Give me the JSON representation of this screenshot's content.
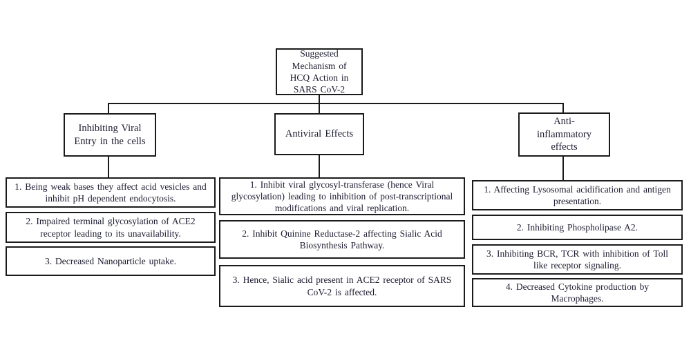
{
  "diagram": {
    "root": {
      "label": "Suggested Mechanism of HCQ Action in SARS CoV-2"
    },
    "branches": [
      {
        "header": "Inhibiting Viral Entry in the cells",
        "items": [
          "1. Being weak bases they affect acid vesicles and inhibit pH dependent endocytosis.",
          "2. Impaired terminal glycosylation of ACE2 receptor leading to its unavailability.",
          "3. Decreased Nanoparticle uptake."
        ]
      },
      {
        "header": "Antiviral Effects",
        "items": [
          "1. Inhibit viral glycosyl-transferase (hence Viral glycosylation) leading to inhibition of post-transcriptional modifications and viral replication.",
          "2. Inhibit Quinine Reductase-2 affecting Sialic Acid Biosynthesis Pathway.",
          "3. Hence, Sialic acid present in ACE2 receptor of SARS CoV-2 is affected."
        ]
      },
      {
        "header": "Anti-inflammatory effects",
        "items": [
          "1. Affecting Lysosomal acidification and antigen presentation.",
          "2. Inhibiting Phospholipase A2.",
          "3. Inhibiting BCR, TCR with inhibition of Toll like receptor signaling.",
          "4. Decreased Cytokine production by Macrophages."
        ]
      }
    ],
    "colors": {
      "border": "#1a1a1a",
      "text": "#1b1b2f",
      "background": "#ffffff"
    }
  }
}
